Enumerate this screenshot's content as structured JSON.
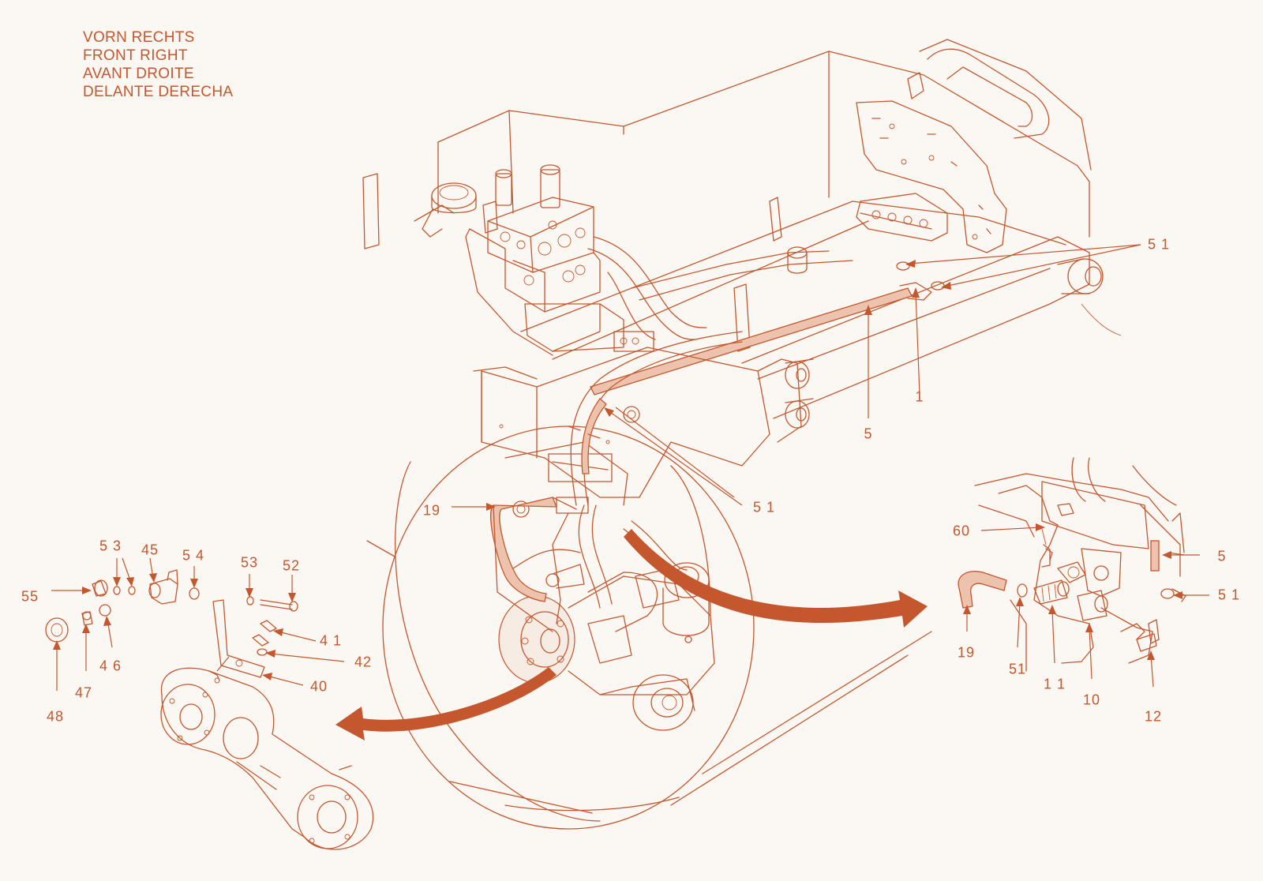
{
  "header": {
    "lines": [
      "VORN RECHTS",
      "FRONT RIGHT",
      "AVANT DROITE",
      "DELANTE DERECHA"
    ]
  },
  "colors": {
    "line": "#c4572d",
    "background": "#fbf8f4",
    "hose_fill": "#eec3ae"
  },
  "callouts": {
    "c51_top": "5 1",
    "c1": "1",
    "c5_main": "5",
    "c51_mid": "5 1",
    "c19_main": "19",
    "c60": "60",
    "c5_detail": "5",
    "c51_detail_r": "5 1",
    "c19_detail": "19",
    "c51_detail_b": "51",
    "c11": "1 1",
    "c10": "10",
    "c12": "12",
    "c55": "55",
    "c53_left": "5 3",
    "c45": "45",
    "c54": "5 4",
    "c53_mid": "53",
    "c52": "52",
    "c41": "4 1",
    "c42": "42",
    "c40": "40",
    "c46": "4 6",
    "c47": "47",
    "c48": "48"
  }
}
